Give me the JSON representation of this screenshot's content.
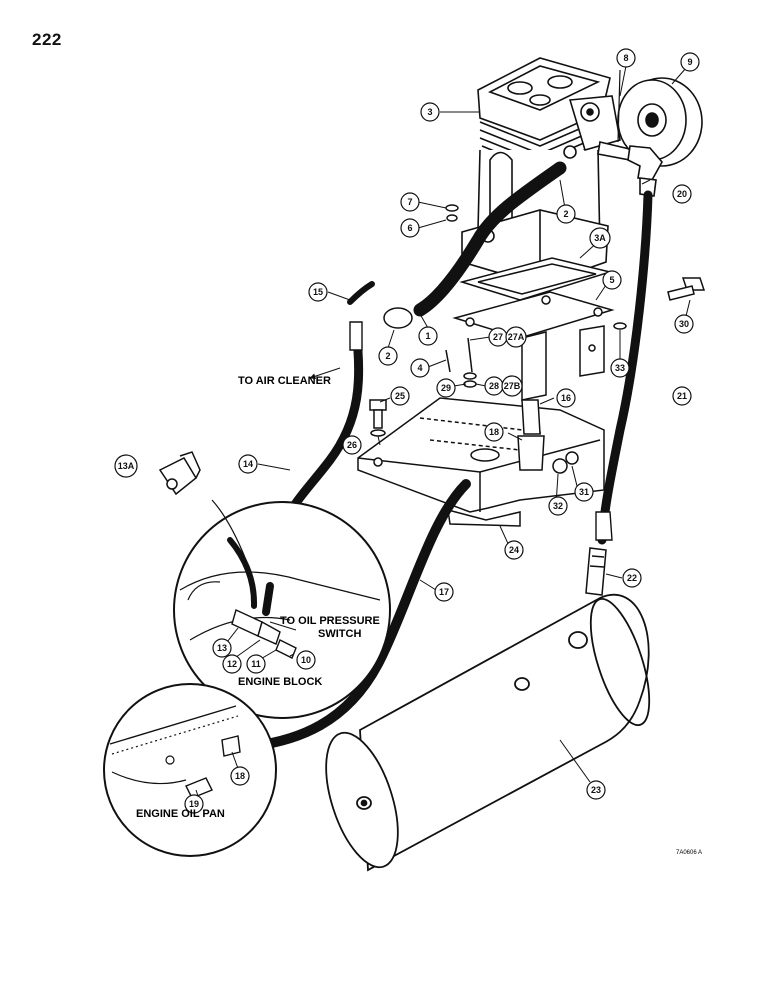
{
  "page_number": "222",
  "labels": {
    "to_air_cleaner": "TO AIR CLEANER",
    "to_oil_pressure_line1": "TO OIL PRESSURE",
    "to_oil_pressure_line2": "SWITCH",
    "engine_block": "ENGINE BLOCK",
    "engine_oil_pan": "ENGINE OIL PAN",
    "figure_ref": "7A0606 A"
  },
  "callouts": {
    "c1": "1",
    "c2a": "2",
    "c2b": "2",
    "c3": "3",
    "c3A": "3A",
    "c4": "4",
    "c5": "5",
    "c6": "6",
    "c7": "7",
    "c8": "8",
    "c9": "9",
    "c10": "10",
    "c11": "11",
    "c12": "12",
    "c13": "13",
    "c13A": "13A",
    "c14": "14",
    "c15": "15",
    "c16": "16",
    "c17": "17",
    "c18a": "18",
    "c18b": "18",
    "c19": "19",
    "c20": "20",
    "c21": "21",
    "c22": "22",
    "c23": "23",
    "c24": "24",
    "c25": "25",
    "c26": "26",
    "c27": "27",
    "c27A": "27A",
    "c27B": "27B",
    "c28": "28",
    "c29": "29",
    "c30": "30",
    "c31": "31",
    "c32": "32",
    "c33": "33"
  }
}
